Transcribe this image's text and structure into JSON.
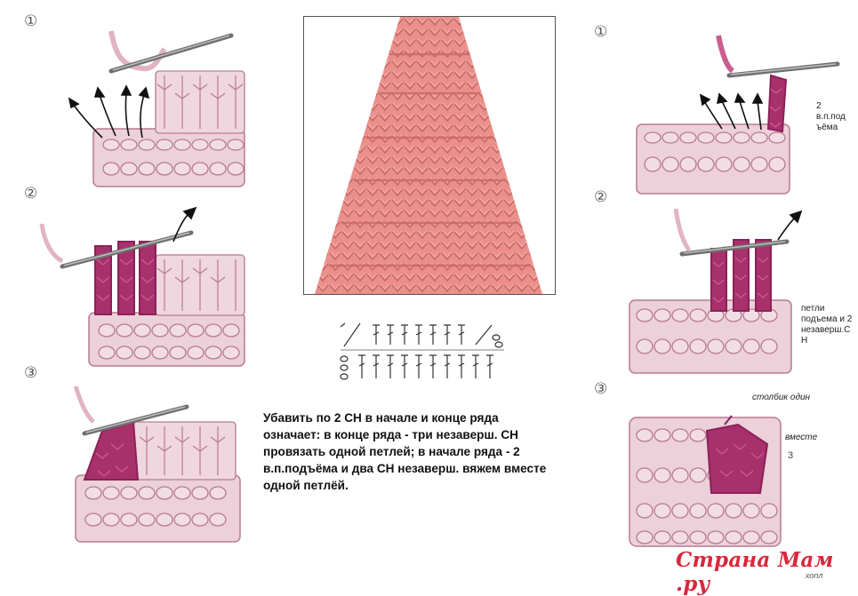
{
  "steps": {
    "left": [
      "①",
      "②",
      "③"
    ],
    "right": [
      "①",
      "②",
      "③"
    ]
  },
  "notes": {
    "lift_chain": [
      "2",
      "в.п.под",
      "ъёма"
    ],
    "loops": [
      "петли",
      "подъема и 2",
      "незаверш.С",
      "Н"
    ],
    "stitch_together": "столбик  один",
    "together": "вместе",
    "loop_number": "3",
    "cropped": "хопл"
  },
  "instruction": [
    "Убавить по 2 СН в начале и конце ряда",
    "означает:     в конце ряда - три незаверш. СН",
    "провязать одной петлей;    в начале ряда - 2",
    "в.п.подъёма и два СН незаверш. вяжем вместе",
    "одной петлёй."
  ],
  "watermark": "Страна Мам .ру",
  "colors": {
    "yarn_light": "#e6c3cf",
    "yarn_mid": "#d49bb0",
    "yarn_accent": "#a8306d",
    "yarn_dark": "#8b2257",
    "photo_knit": "#e88a86",
    "hook": "#6f6f6f",
    "watermark": "#d9283d"
  },
  "icons": [
    "crochet-hook-icon",
    "arrow-up-icon",
    "stitch-symbol-icon"
  ]
}
